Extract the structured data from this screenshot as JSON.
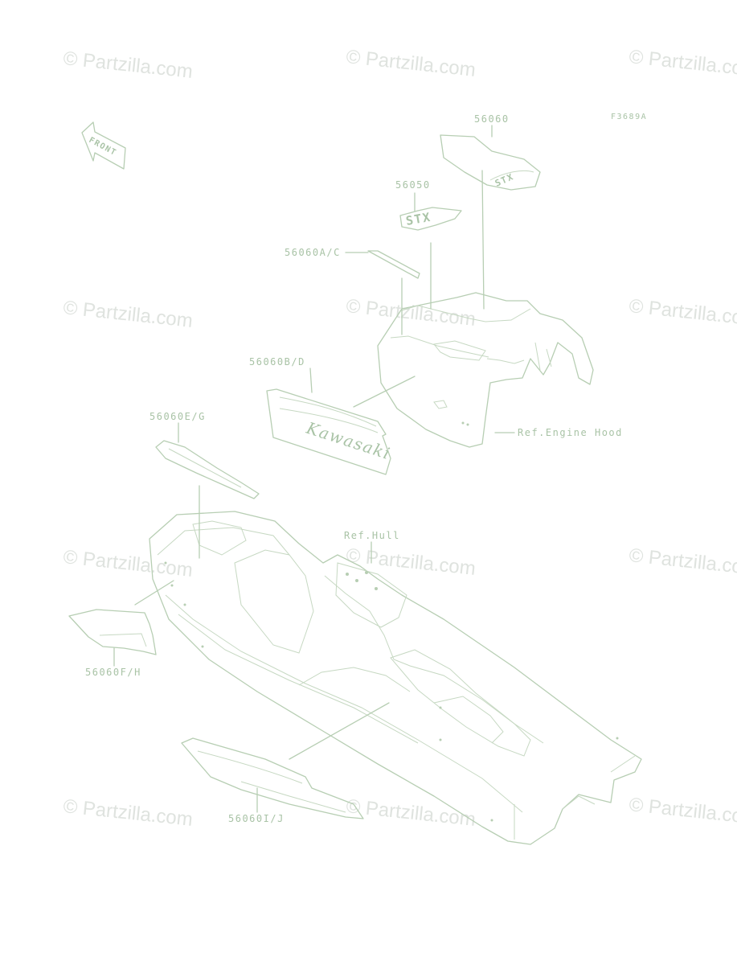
{
  "watermark": {
    "text": "© Partzilla.com"
  },
  "diagram_code": "F3689A",
  "front_marker": {
    "text": "FRONT"
  },
  "decal_lettering": {
    "brand": "Kawasaki",
    "model": "STX"
  },
  "part_labels": {
    "p56060": "56060",
    "p56050": "56050",
    "p56060ac": "56060A/C",
    "p56060bd": "56060B/D",
    "p56060eg": "56060E/G",
    "p56060fh": "56060F/H",
    "p56060ij": "56060I/J"
  },
  "reference_labels": {
    "engine_hood": "Ref.Engine Hood",
    "hull": "Ref.Hull"
  }
}
